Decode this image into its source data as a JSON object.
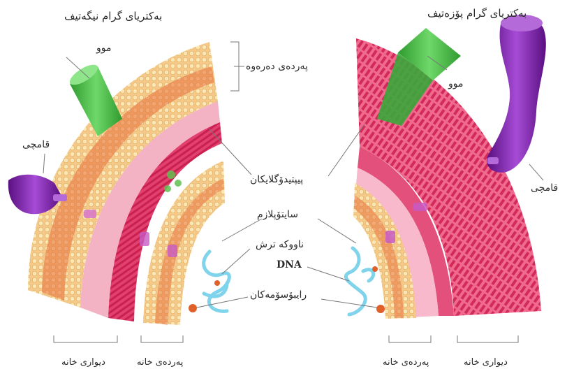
{
  "titles": {
    "gram_negative": "بەکتریای گرام نیگەتیف",
    "gram_positive": "بەکتریای گرام پۆزەتیف"
  },
  "labels": {
    "outer_membrane": "پەردەی دەرەوە",
    "hair_left": "موو",
    "hair_right": "موو",
    "flagellum_left": "قامچی",
    "flagellum_right": "قامچی",
    "peptidoglycan": "پیپتیدۆگلایکان",
    "cytoplasm": "سایتۆپلازم",
    "nucleic_acid": "ناووکە ترش",
    "dna": "DNA",
    "ribosomes": "رایبۆسۆمەکان",
    "cell_wall_left": "دیواری خانە",
    "cell_membrane_left": "پەردەی خانە",
    "cell_membrane_right": "پەردەی خانە",
    "cell_wall_right": "دیواری خانە"
  },
  "colors": {
    "lipid_bead": "#f6d08a",
    "wall_pink": "#e8457a",
    "hair_green": "#4fc04a",
    "flagellum_purple": "#8a2bb8",
    "dna_blue": "#7fd3ea",
    "ribosome_orange": "#e0602a"
  }
}
